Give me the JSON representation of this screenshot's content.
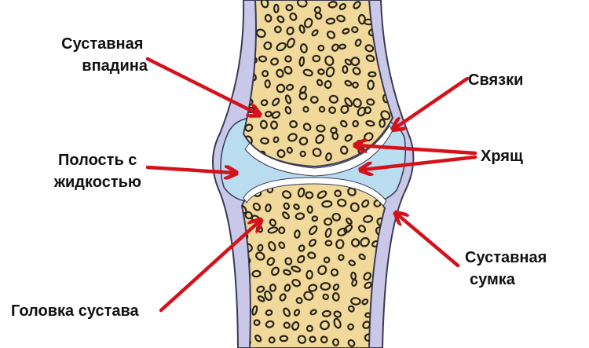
{
  "labels": {
    "articular_cavity": [
      "Суставная",
      "впадина"
    ],
    "joint_cavity_fluid": [
      "Полость с",
      "жидкостью"
    ],
    "joint_head": [
      "Головка сустава"
    ],
    "ligaments": [
      "Связки"
    ],
    "cartilage": [
      "Хрящ"
    ],
    "joint_capsule": [
      "Суставная",
      "сумка"
    ]
  },
  "colors": {
    "bone": "#f0d99a",
    "bone_pores": "#2a2418",
    "capsule": "#c9c8e8",
    "cartilage": "#ffffff",
    "synovial_fluid": "#b9dcef",
    "arrow": "#d4121c",
    "outline": "#3a3a55"
  }
}
